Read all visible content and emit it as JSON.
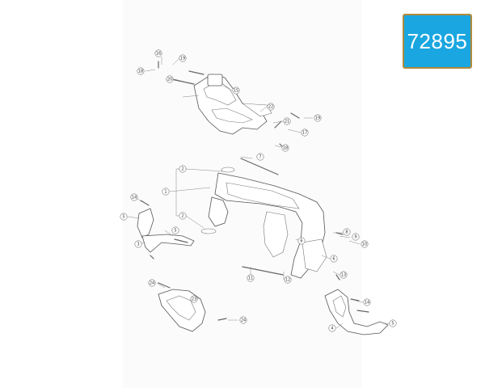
{
  "badge": {
    "text": "72895",
    "color": "#1aa6e0",
    "border": "#b08a3c"
  },
  "callouts": [
    {
      "id": "c16a",
      "label": "16"
    },
    {
      "id": "c19a",
      "label": "19"
    },
    {
      "id": "c18a",
      "label": "18"
    },
    {
      "id": "c20a",
      "label": "20"
    },
    {
      "id": "c15",
      "label": "15"
    },
    {
      "id": "c22",
      "label": "22"
    },
    {
      "id": "c21",
      "label": "21"
    },
    {
      "id": "c19b",
      "label": "19"
    },
    {
      "id": "c17",
      "label": "17"
    },
    {
      "id": "c18b",
      "label": "18"
    },
    {
      "id": "c7",
      "label": "7"
    },
    {
      "id": "c2a",
      "label": "2"
    },
    {
      "id": "c1",
      "label": "1"
    },
    {
      "id": "c2b",
      "label": "2"
    },
    {
      "id": "c14a",
      "label": "14"
    },
    {
      "id": "c5a",
      "label": "5"
    },
    {
      "id": "c3",
      "label": "3"
    },
    {
      "id": "c5b",
      "label": "5"
    },
    {
      "id": "c6a",
      "label": "6"
    },
    {
      "id": "c8",
      "label": "8"
    },
    {
      "id": "c9",
      "label": "9"
    },
    {
      "id": "c10",
      "label": "10"
    },
    {
      "id": "c6b",
      "label": "6"
    },
    {
      "id": "c11",
      "label": "11"
    },
    {
      "id": "c12",
      "label": "12"
    },
    {
      "id": "c13",
      "label": "13"
    },
    {
      "id": "c24a",
      "label": "24"
    },
    {
      "id": "c23",
      "label": "23"
    },
    {
      "id": "c24b",
      "label": "24"
    },
    {
      "id": "c14b",
      "label": "14"
    },
    {
      "id": "c4",
      "label": "4"
    },
    {
      "id": "c5c",
      "label": "5"
    }
  ]
}
